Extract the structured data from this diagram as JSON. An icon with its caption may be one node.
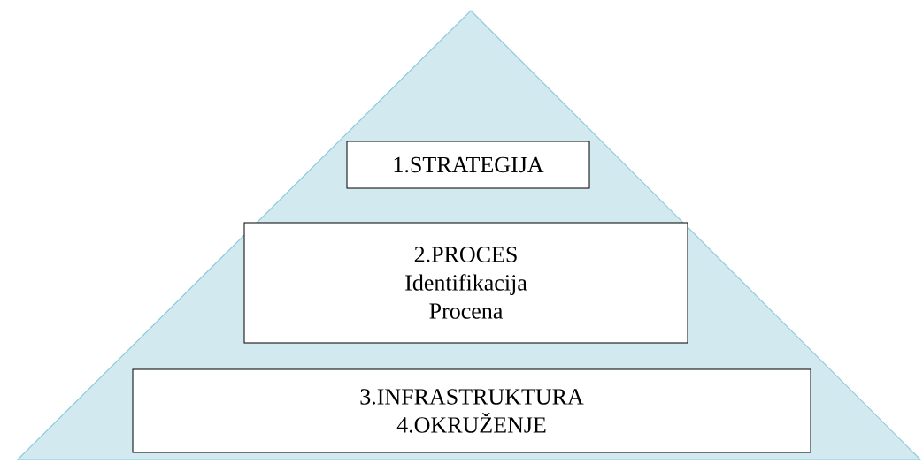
{
  "diagram": {
    "nodes": [
      {
        "text": [],
        "shape": "triangle"
      },
      {
        "text": [
          "1.STRATEGIJA"
        ],
        "in": 0
      },
      {
        "text": [
          "2.PROCES",
          "Identifikacija Procena"
        ],
        "in": 0
      },
      {
        "text": [
          "3.INFRASTRUKTURA",
          "4.OKRUŽENJE"
        ],
        "in": 0
      }
    ]
  }
}
